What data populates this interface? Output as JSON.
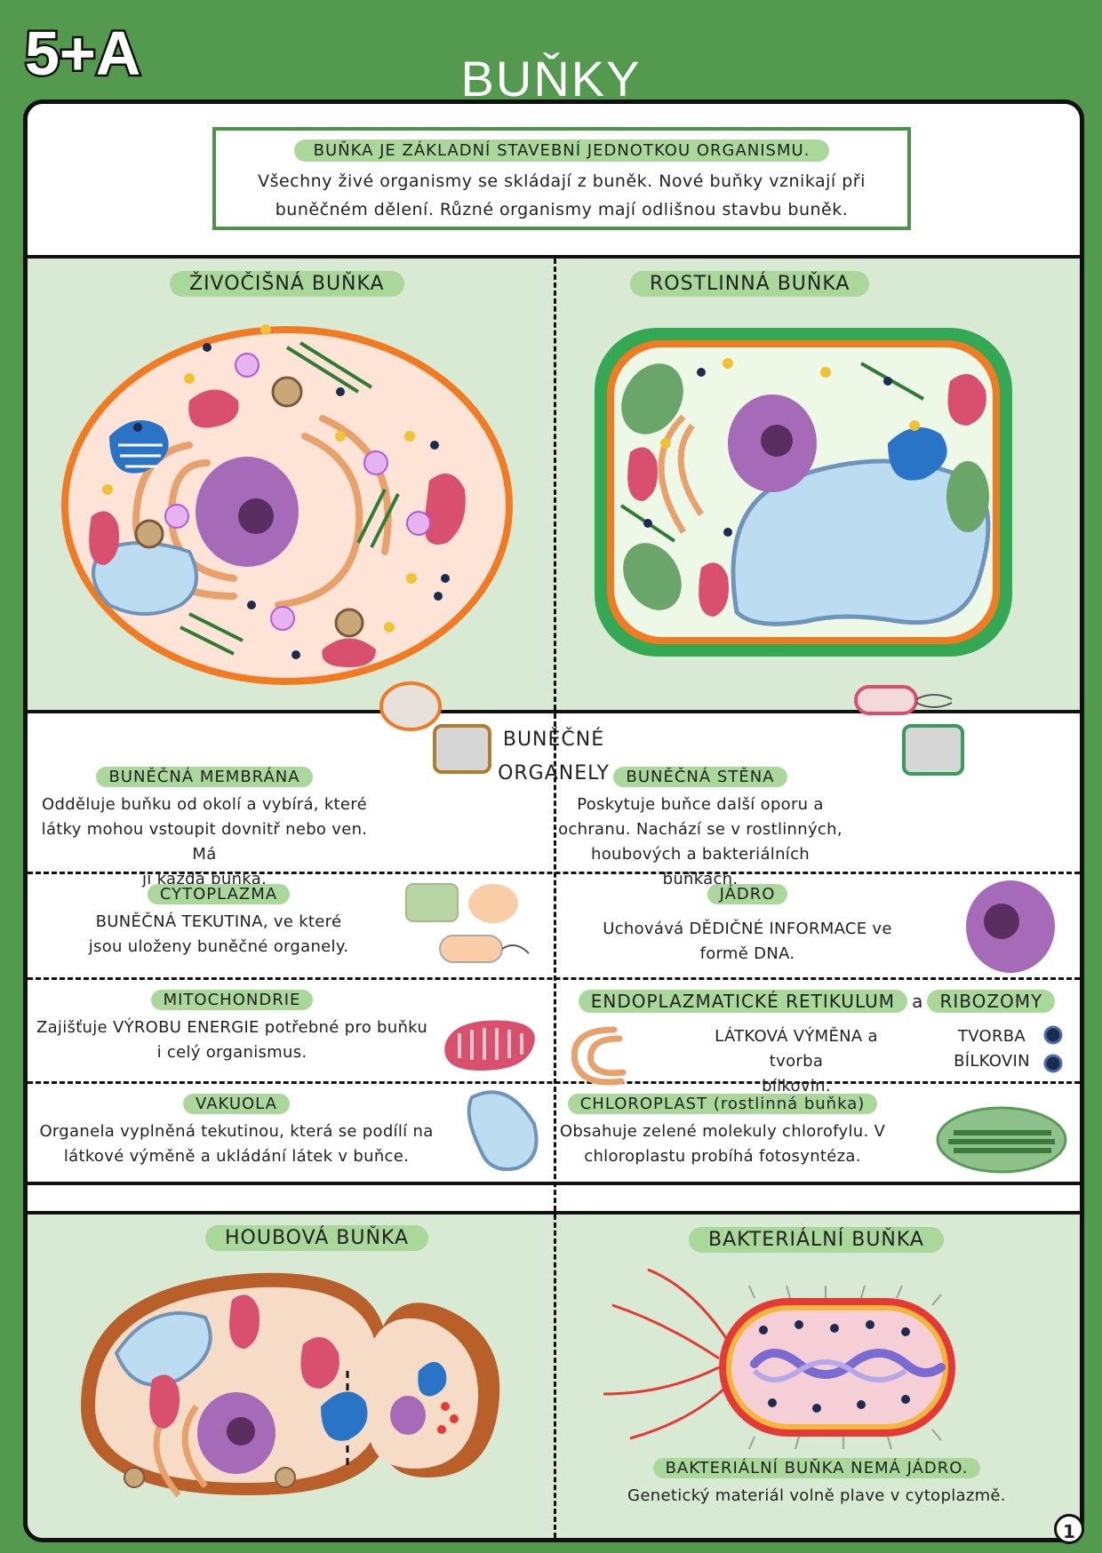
{
  "logo": {
    "text": "5+A"
  },
  "page": {
    "title": "BUŇKY",
    "number": "1"
  },
  "intro": {
    "heading": "BUŇKA JE ZÁKLADNÍ STAVEBNÍ JEDNOTKOU ORGANISMU.",
    "line1": "Všechny živé organismy se skládají z buněk. Nové buňky vznikají při",
    "line2": "buněčném dělení. Různé organismy mají odlišnou stavbu buněk."
  },
  "animal_cell": {
    "title": "ŽIVOČIŠNÁ BUŇKA"
  },
  "plant_cell": {
    "title": "ROSTLINNÁ BUŇKA"
  },
  "organelles_heading": {
    "line1": "BUNĚČNÉ",
    "line2": "ORGANELY"
  },
  "organelles": {
    "membrane": {
      "title": "BUNĚČNÁ MEMBRÁNA",
      "line1": "Odděluje buňku od okolí a vybírá, které",
      "line2": "látky mohou vstoupit dovnitř nebo ven. Má",
      "line3": "ji každá buňka."
    },
    "wall": {
      "title": "BUNĚČNÁ STĚNA",
      "line1": "Poskytuje buňce další oporu a",
      "line2": "ochranu. Nachází se v rostlinných,",
      "line3": "houbových a bakteriálních buňkách."
    },
    "cytoplasm": {
      "title": "CYTOPLAZMA",
      "line1": "BUNĚČNÁ TEKUTINA, ve které",
      "line2": "jsou uloženy buněčné organely."
    },
    "nucleus": {
      "title": "JÁDRO",
      "line1": "Uchovává DĚDIČNÉ INFORMACE ve",
      "line2": "formě DNA."
    },
    "mitochondria": {
      "title": "MITOCHONDRIE",
      "line1": "Zajišťuje VÝROBU ENERGIE potřebné pro buňku",
      "line2": "i celý organismus."
    },
    "er": {
      "title": "ENDOPLAZMATICKÉ RETIKULUM",
      "connector": "a",
      "title2": "RIBOZOMY",
      "line1": "LÁTKOVÁ VÝMĚNA a tvorba",
      "line2": "bílkovin.",
      "ribo1": "TVORBA",
      "ribo2": "BÍLKOVIN"
    },
    "vacuole": {
      "title": "VAKUOLA",
      "line1": "Organela vyplněná tekutinou, která se podílí na",
      "line2": "látkové výměně a ukládání látek v buňce."
    },
    "chloroplast": {
      "title": "CHLOROPLAST (rostlinná buňka)",
      "line1": "Obsahuje zelené molekuly chlorofylu. V",
      "line2": "chloroplastu probíhá fotosyntéza."
    }
  },
  "fungal_cell": {
    "title": "HOUBOVÁ BUŇKA"
  },
  "bacterial_cell": {
    "title": "BAKTERIÁLNÍ BUŇKA",
    "note_title": "BAKTERIÁLNÍ BUŇKA NEMÁ JÁDRO.",
    "note": "Genetický materiál volně plave v cytoplazmě."
  },
  "colors": {
    "green": "#539a4e",
    "pill": "#a9d89a",
    "band": "#d8ead3",
    "membrane": "#f07b23",
    "nucleus": "#a56bb8",
    "mito": "#d9506e",
    "vacuole": "#bcdcf2"
  }
}
